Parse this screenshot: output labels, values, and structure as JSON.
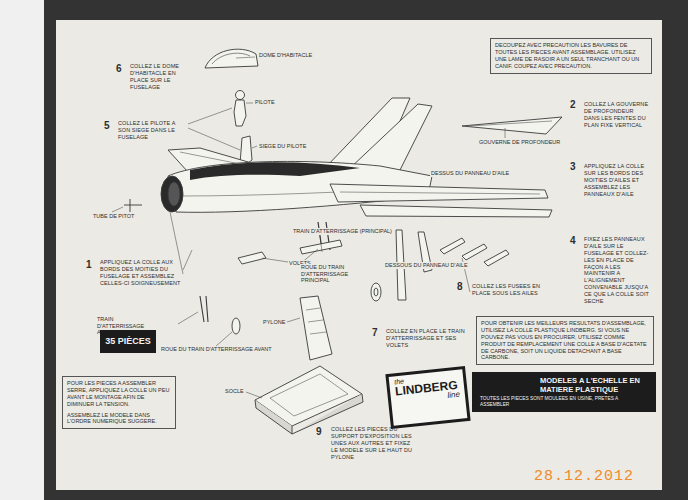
{
  "diagram": {
    "nodes": [
      {
        "text": [
          "DECOUPEZ AVEC PRECAUTION LES BAVURES DE TOUTES LES PIECES AVANT ASSEMBLAGE. UTILISEZ UNE LAME DE RASOIR A UN SEUL TRANCHANT OU UN CANIF. COUPEZ AVEC PRECAUTION."
        ]
      },
      {
        "text": [
          "POUR OBTENIR LES MEILLEURS RESULTATS D'ASSEMBLAGE, UTILISEZ LA COLLE PLASTIQUE LINDBERG. SI VOUS NE POUVEZ PAS VOUS EN PROCURER, UTILISEZ COMME PRODUIT DE REMPLACEMENT UNE COLLE A BASE D'ACETATE DE CARBONE, SOIT UN LIQUIDE DETACHANT A BASE CARBONE."
        ]
      },
      {
        "text": [
          "POUR LES PIECES A ASSEMBLER SERRE, APPLIQUEZ LA COLLE UN PEU AVANT LE MONTAGE AFIN DE DIMINUER LA TENSION.",
          "ASSEMBLEZ LE MODELE DANS L'ORDRE NUMERIQUE SUGGERE."
        ]
      },
      {
        "text": [
          "35 PIÈCES"
        ]
      },
      {
        "text": [
          "the",
          "LINDBERG",
          "line"
        ]
      },
      {
        "text": [
          "MODELES A L'ECHELLE EN MATIERE PLASTIQUE",
          "TOUTES LES PIECES SONT MOULEES EN USINE, PRETES A ASSEMBLER"
        ]
      }
    ],
    "edges": [],
    "labels": [
      "6",
      "COLLEZ LE DOME D'HABITACLE EN PLACE SUR LE FUSELAGE",
      "DOME D'HABITACLE",
      "PILOTE",
      "5",
      "COLLEZ LE PILOTE A SON SIEGE DANS LE FUSELAGE",
      "SIEGE DU PILOTE",
      "2",
      "COLLEZ LA GOUVERNE DE PROFONDEUR DANS LES FENTES DU PLAN FIXE VERTICAL",
      "GOUVERNE DE PROFONDEUR",
      "3",
      "APPLIQUEZ LA COLLE SUR LES BORDS DES MOITIES D'AILES ET ASSEMBLEZ LES PANNEAUX D'AILE",
      "DESSUS DU PANNEAU D'AILE",
      "TUBE DE PITOT",
      "4",
      "FIXEZ LES PANNEAUX D'AILE SUR LE FUSELAGE ET COLLEZ-LES EN PLACE DE FAÇON A LES MAINTENIR A L'ALIGNEMENT CONVENABLE JUSQU'A CE QUE LA COLLE SOIT SECHE",
      "TRAIN D'ATTERRISSAGE (PRINCIPAL)",
      "VOLETS",
      "ROUE DU TRAIN D'ATTERRISSAGE PRINCIPAL",
      "DESSOUS DU PANNEAU D'AILE",
      "8",
      "COLLEZ LES FUSEES EN PLACE SOUS LES AILES",
      "1",
      "APPLIQUEZ LA COLLE AUX BORDS DES MOITIES DU FUSELAGE ET ASSEMBLEZ CELLES-CI SOIGNEUSEMENT",
      "TRAIN D'ATTERRISSAGE AVANT",
      "PYLONE",
      "ROUE DU TRAIN D'ATTERRISSAGE AVANT",
      "7",
      "COLLEZ EN PLACE LE TRAIN D'ATTERRISSAGE ET SES VOLETS",
      "SOCLE",
      "9",
      "COLLEZ LES PIECES DU SUPPORT D'EXPOSITION LES UNES AUX AUTRES ET FIXEZ LE MODELE SUR LE HAUT DU PYLONE",
      "28.12.2012"
    ]
  }
}
